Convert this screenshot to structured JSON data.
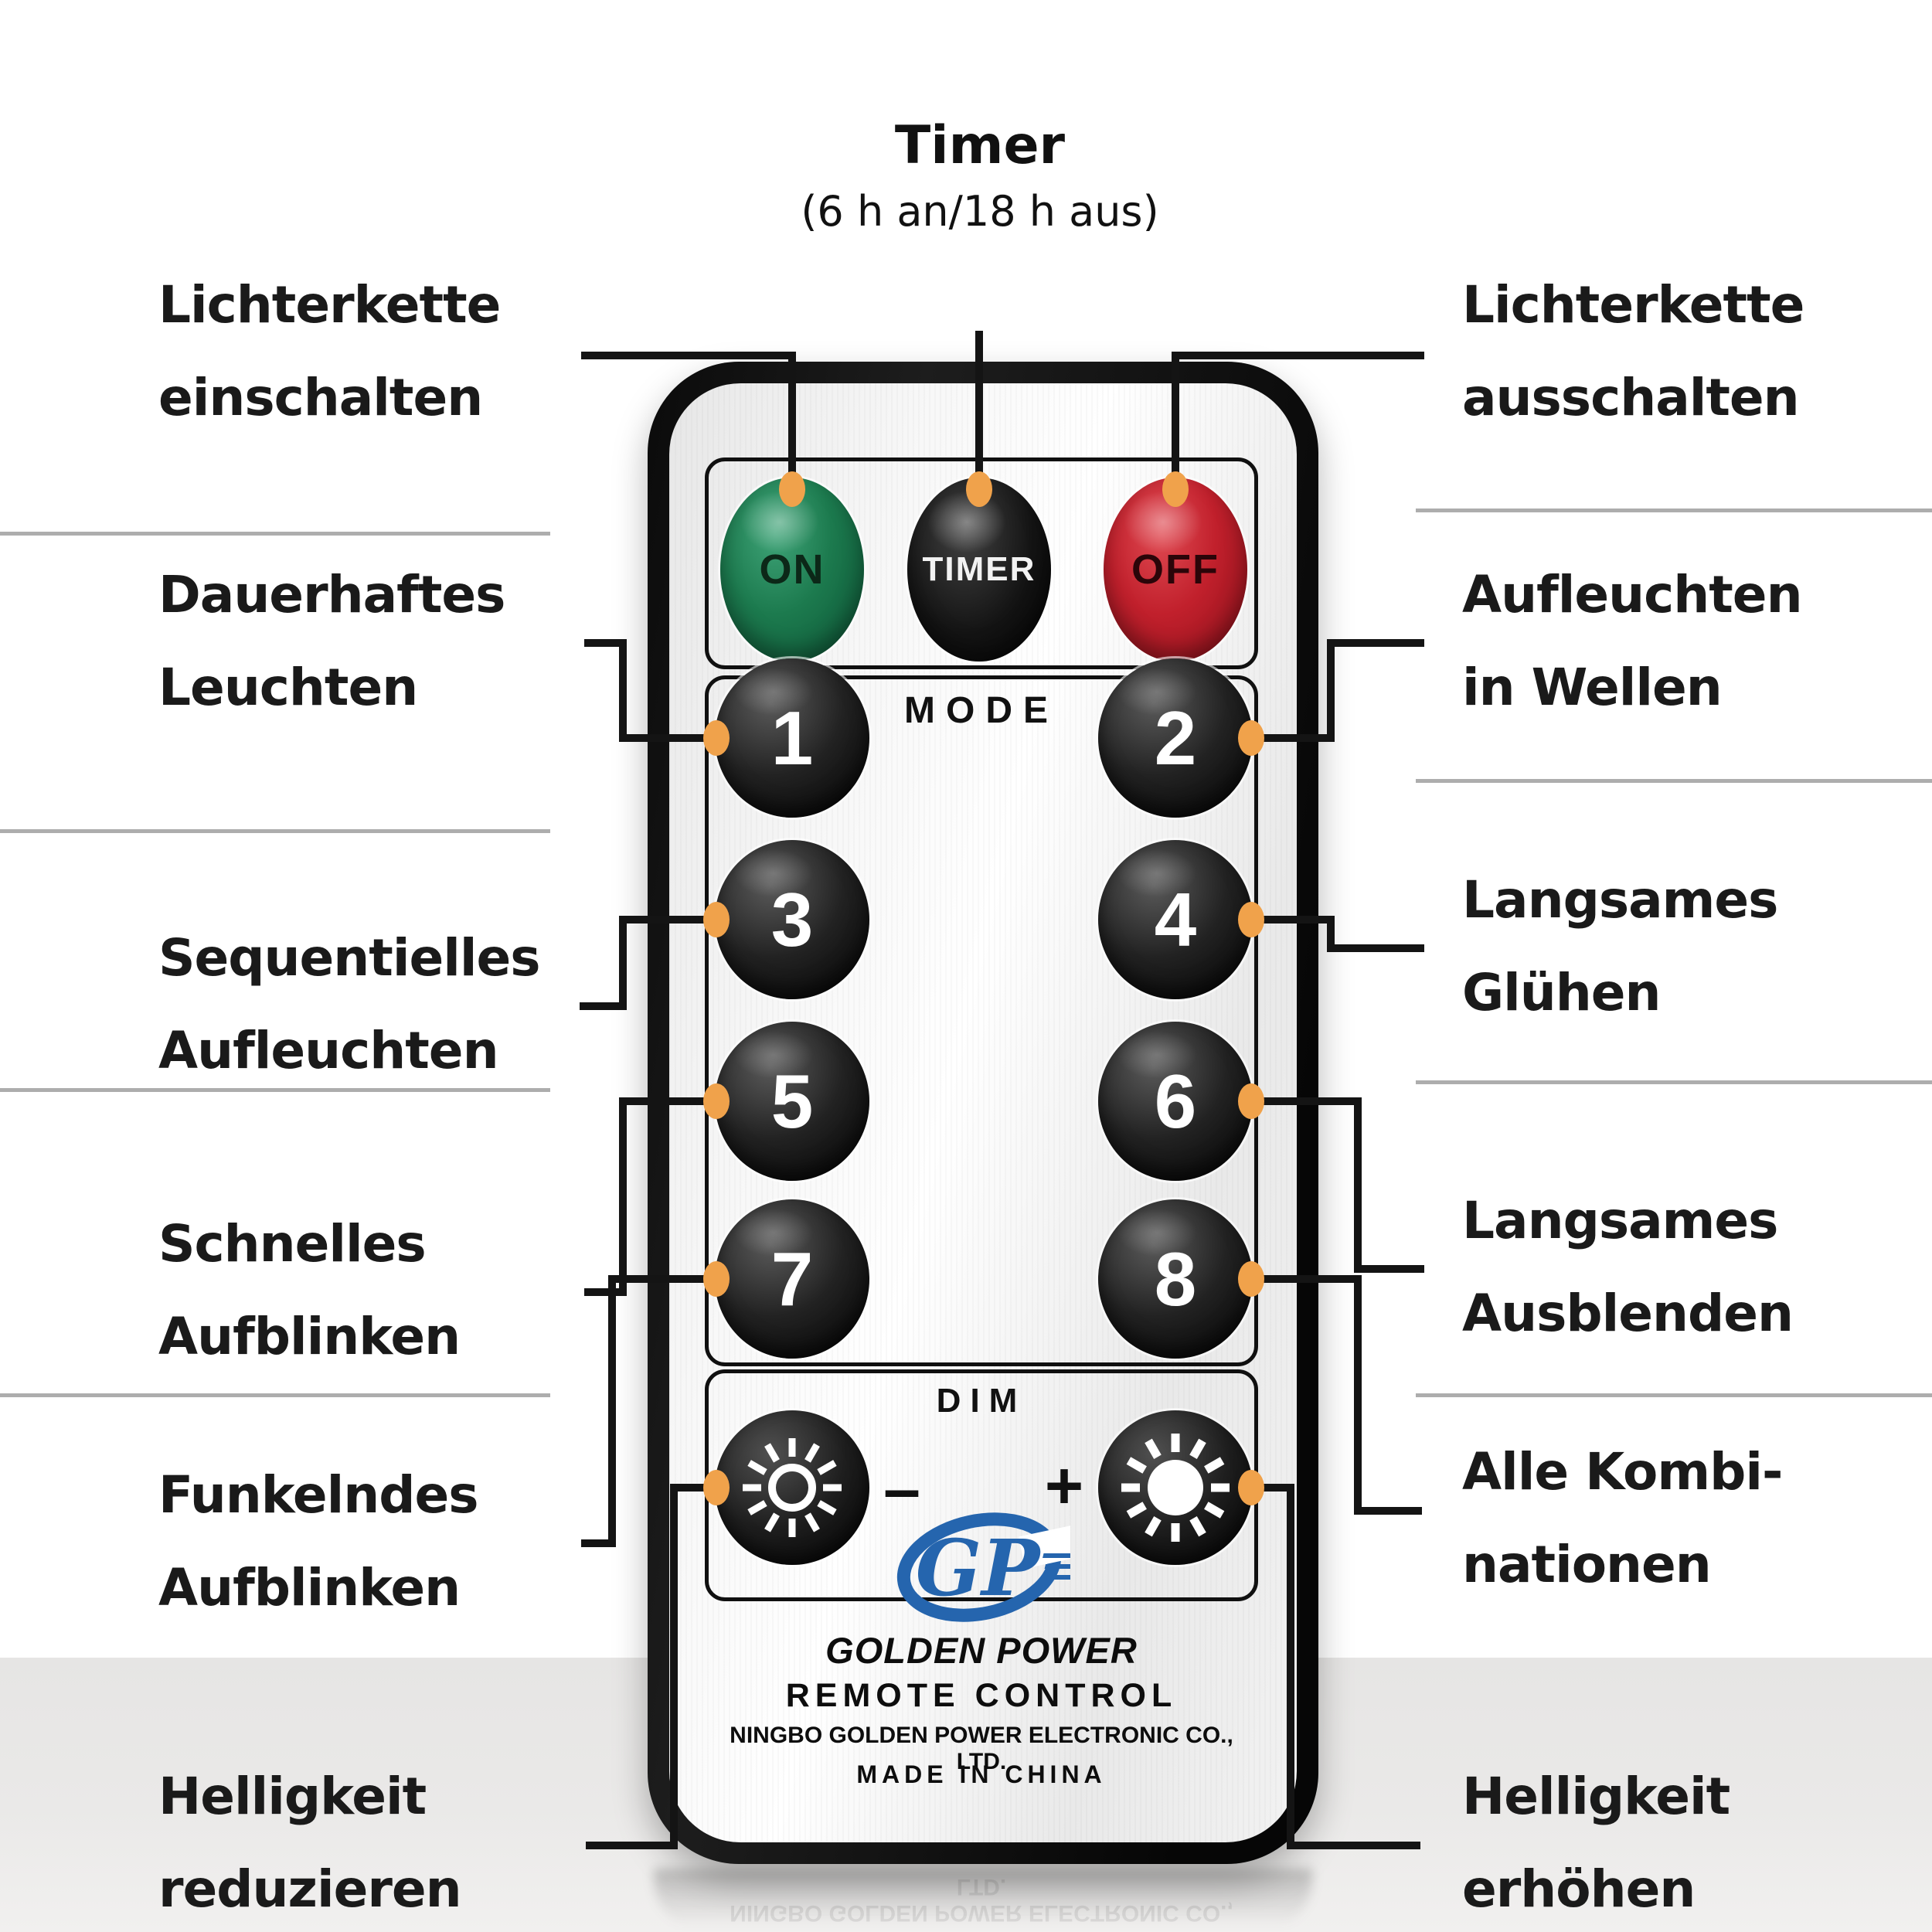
{
  "infographic": {
    "title": {
      "heading": "Timer",
      "subtitle": "(6 h an/18 h aus)"
    },
    "left_labels": [
      {
        "line1": "Lichterkette",
        "line2": "einschalten"
      },
      {
        "line1": "Dauerhaftes",
        "line2": "Leuchten"
      },
      {
        "line1": "Sequentielles",
        "line2": "Aufleuchten"
      },
      {
        "line1": "Schnelles",
        "line2": "Aufblinken"
      },
      {
        "line1": "Funkelndes",
        "line2": "Aufblinken"
      },
      {
        "line1": "Helligkeit",
        "line2": "reduzieren"
      }
    ],
    "right_labels": [
      {
        "line1": "Lichterkette",
        "line2": "ausschalten"
      },
      {
        "line1": "Aufleuchten",
        "line2": "in Wellen"
      },
      {
        "line1": "Langsames",
        "line2": "Glühen"
      },
      {
        "line1": "Langsames",
        "line2": "Ausblenden"
      },
      {
        "line1": "Alle Kombi-",
        "line2": "nationen"
      },
      {
        "line1": "Helligkeit",
        "line2": "erhöhen"
      }
    ]
  },
  "remote": {
    "power_buttons": [
      {
        "label": "ON"
      },
      {
        "label": "TIMER"
      },
      {
        "label": "OFF"
      }
    ],
    "mode_section": {
      "label": "MODE",
      "buttons": [
        "1",
        "2",
        "3",
        "4",
        "5",
        "6",
        "7",
        "8"
      ]
    },
    "dim_section": {
      "label": "DIM",
      "minus": "–",
      "plus": "+"
    },
    "brand": {
      "logo_text": "GP",
      "name": "GOLDEN POWER",
      "product": "REMOTE CONTROL",
      "manufacturer": "NINGBO GOLDEN POWER ELECTRONIC CO., LTD.",
      "origin": "MADE IN CHINA"
    }
  },
  "colors": {
    "accent_orange": "#F0A24B",
    "on_green": "#1C7A4E",
    "off_red": "#C1202C",
    "timer_black": "#141414",
    "logo_blue": "#2565AE",
    "divider_gray": "#ADADAD",
    "floor_gray": "#E8E7E6"
  }
}
